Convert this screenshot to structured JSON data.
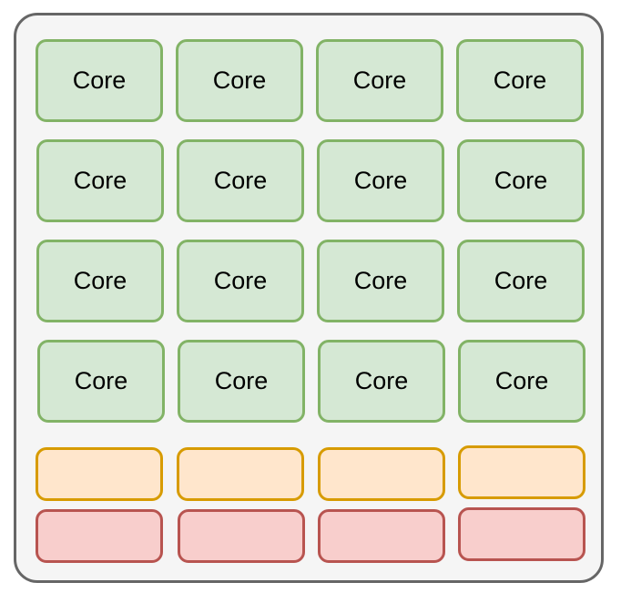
{
  "colors": {
    "chip_fill": "#f5f5f5",
    "chip_border": "#666666",
    "core_fill": "#d5e8d4",
    "core_border": "#82b366",
    "cache_fill": "#ffe6cc",
    "cache_border": "#d79b00",
    "mem_fill": "#f8cecc",
    "mem_border": "#b85450"
  },
  "core_label": "Core",
  "core_grid": {
    "rows": 4,
    "cols": 4
  },
  "bottom_rows": [
    {
      "kind": "cache",
      "count": 4
    },
    {
      "kind": "mem",
      "count": 4
    }
  ]
}
